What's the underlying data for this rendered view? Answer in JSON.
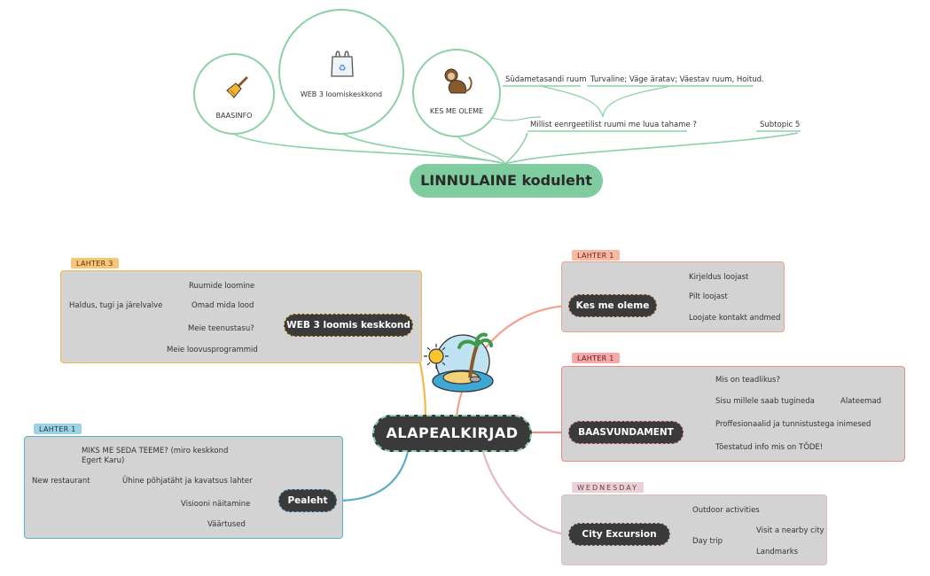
{
  "top": {
    "title": "LINNULAINE koduleht",
    "circles": [
      {
        "label": "BAASINFO",
        "icon": "broom-icon"
      },
      {
        "label": "WEB 3 loomiskeskkond",
        "icon": "recycle-bag-icon"
      },
      {
        "label": "KES ME OLEME",
        "icon": "monkey-icon"
      }
    ],
    "topics": {
      "a": "Südametasandi ruum",
      "b": "Turvaline; Väge äratav; Väestav ruum, Hoitud.",
      "c": "Millist eenrgeetilist ruumi me luua tahame ?",
      "d": "Subtopic 5"
    }
  },
  "center": {
    "label": "ALAPEALKIRJAD",
    "icon": "island-icon"
  },
  "branches": {
    "web3": {
      "tag": "LAHTER 3",
      "label": "WEB 3 loomis keskkond",
      "items": [
        "Ruumide loomine",
        "Omad mida lood",
        "Meie teenustasu?",
        "Meie loovusprogrammid"
      ],
      "extra": "Haldus, tugi ja järelvalve",
      "color": "#f7b84b"
    },
    "kes": {
      "tag": "LAHTER 1",
      "label": "Kes me oleme",
      "items": [
        "Kirjeldus loojast",
        "Pilt loojast",
        "Loojate kontakt andmed"
      ],
      "color": "#f4a18b"
    },
    "baas": {
      "tag": "LAHTER 1",
      "label": "BAASVUNDAMENT",
      "items": [
        "Mis on teadlikus?",
        "Sisu millele saab tugineda",
        "Proffesionaalid ja tunnistustega inimesed",
        "Tõestatud info mis on TÕDE!"
      ],
      "sub": "Alateemad",
      "color": "#ef8a8a"
    },
    "pealeht": {
      "tag": "LAHTER 1",
      "label": "Pealeht",
      "items": [
        "MIKS ME SEDA TEEME? (miro keskkond Egert Karu)",
        "Ühine põhjatäht ja kavatsus lahter",
        "Visiooni näitamine",
        "Väärtused"
      ],
      "extra": "New restaurant",
      "color": "#5aaec8"
    },
    "city": {
      "tag": "WEDNESDAY",
      "label": "City Excursion",
      "items": [
        "Outdoor activities",
        "Day trip"
      ],
      "sub": [
        "Visit a nearby city",
        "Landmarks"
      ],
      "color": "#e3b9c4"
    }
  }
}
